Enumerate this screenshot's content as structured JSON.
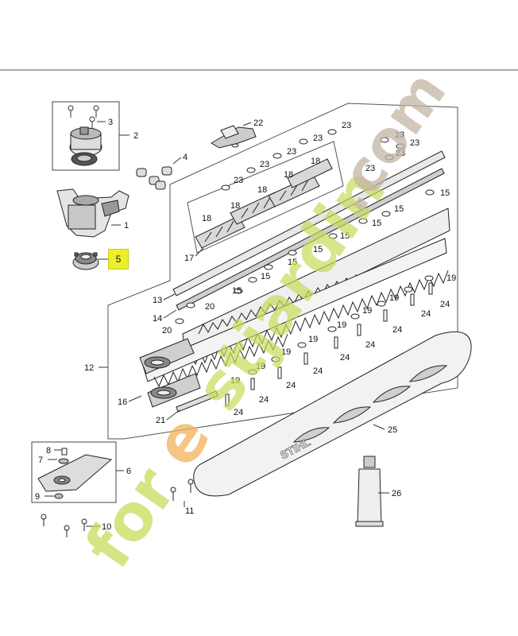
{
  "watermark": {
    "text": "forestjardin.com",
    "colors": {
      "green": "#c6dc5a",
      "orange": "#f2b15a",
      "grey": "#c2b4a3"
    }
  },
  "highlight": {
    "label": "5",
    "color": "#ecef2a"
  },
  "callouts": {
    "c1": "1",
    "c2": "2",
    "c3": "3",
    "c4": "4",
    "c6": "6",
    "c7": "7",
    "c8": "8",
    "c9": "9",
    "c10": "10",
    "c11": "11",
    "c12": "12",
    "c13": "13",
    "c14": "14",
    "c15": "15",
    "c16": "16",
    "c17": "17",
    "c18": "18",
    "c19": "19",
    "c20": "20",
    "c21": "21",
    "c22": "22",
    "c23": "23",
    "c24": "24",
    "c25": "25",
    "c26": "26"
  },
  "brand_mark": "STIHL"
}
